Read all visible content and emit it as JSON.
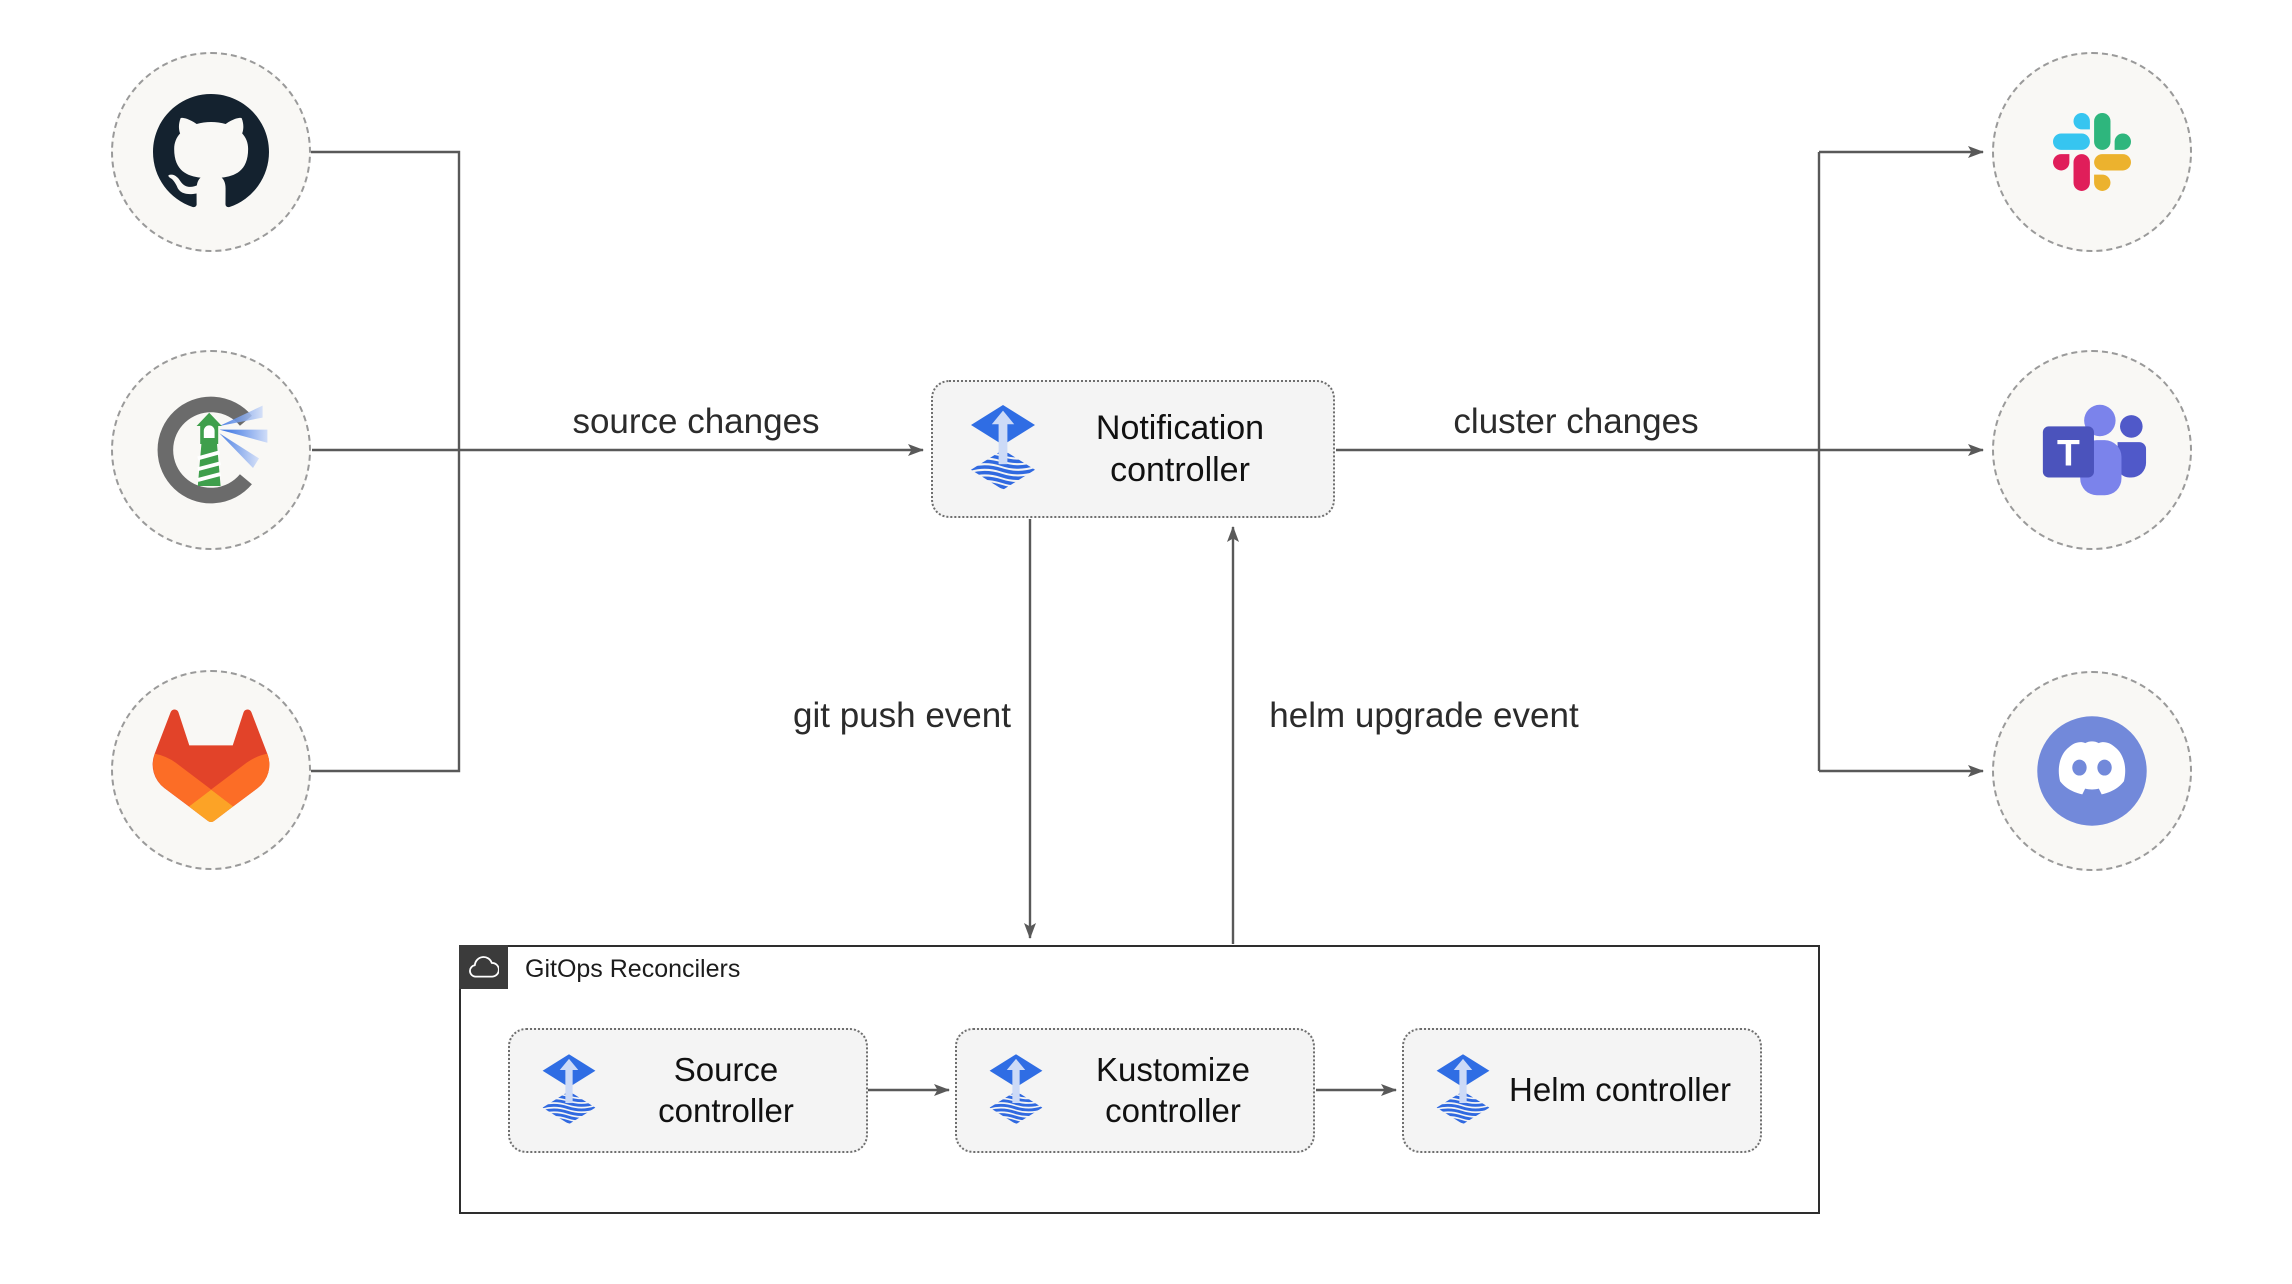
{
  "diagram": {
    "sources": [
      {
        "name": "github",
        "icon": "github-icon"
      },
      {
        "name": "harbor",
        "icon": "harbor-icon"
      },
      {
        "name": "gitlab",
        "icon": "gitlab-icon"
      }
    ],
    "targets": [
      {
        "name": "slack",
        "icon": "slack-icon"
      },
      {
        "name": "teams",
        "icon": "teams-icon",
        "letter": "T"
      },
      {
        "name": "discord",
        "icon": "discord-icon"
      }
    ],
    "notification_controller": {
      "label": "Notification controller"
    },
    "edge_labels": {
      "source_changes": "source changes",
      "cluster_changes": "cluster changes",
      "git_push_event": "git push event",
      "helm_upgrade_event": "helm upgrade event"
    },
    "gitops_group": {
      "title": "GitOps Reconcilers",
      "controllers": [
        {
          "label": "Source controller"
        },
        {
          "label": "Kustomize controller"
        },
        {
          "label": "Helm controller"
        }
      ]
    },
    "colors": {
      "line": "#595959",
      "node_fill": "#f4f4f4",
      "circle_fill": "#f9f8f5",
      "flux_blue": "#2f6de4",
      "flux_arrow_light": "#ccdaf7",
      "gitops_border": "#2e2e2e",
      "slack_blue": "#36c5f0",
      "slack_green": "#2eb67d",
      "slack_yellow": "#ecb22e",
      "slack_red": "#e01e5a",
      "gitlab_red": "#e24329",
      "gitlab_orange": "#fc6d26",
      "gitlab_yellow": "#fca326",
      "teams_purple": "#4b53bc",
      "teams_light": "#7b83eb",
      "teams_mid": "#5059c9",
      "discord_blurple": "#7289da",
      "github_dark": "#14222f",
      "harbor_gray": "#6b6b6b",
      "harbor_green": "#3f9f4c"
    }
  }
}
